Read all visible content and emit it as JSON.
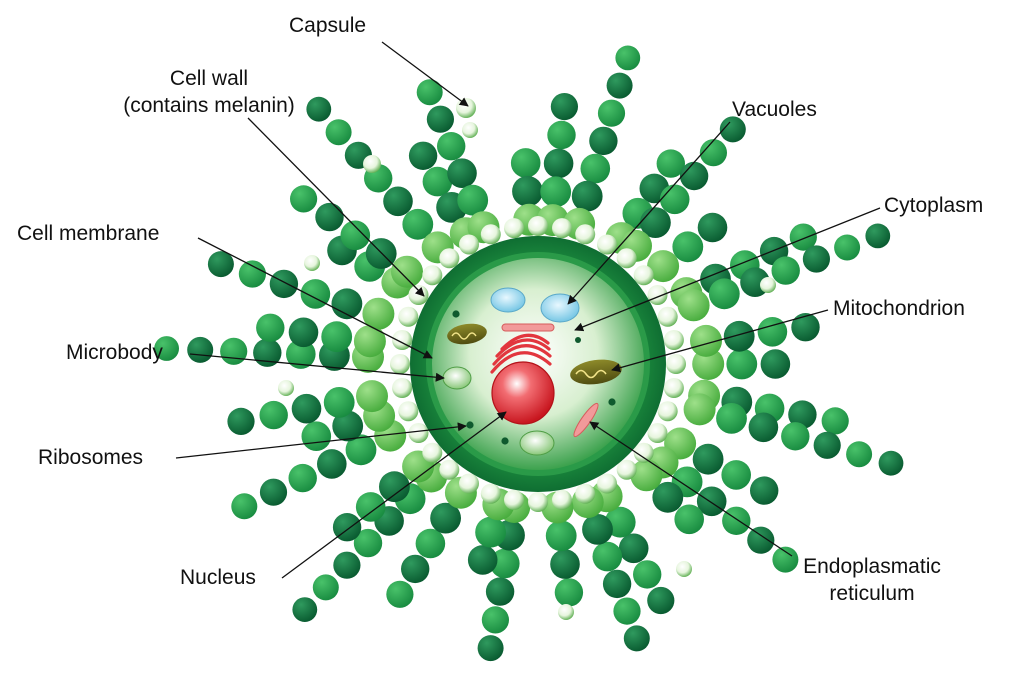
{
  "labels": {
    "capsule": "Capsule",
    "cell_wall_1": "Cell wall",
    "cell_wall_2": "(contains melanin)",
    "vacuoles": "Vacuoles",
    "cytoplasm": "Cytoplasm",
    "cell_membrane": "Cell membrane",
    "mitochondrion": "Mitochondrion",
    "microbody": "Microbody",
    "ribosomes": "Ribosomes",
    "nucleus": "Nucleus",
    "er_1": "Endoplasmatic",
    "er_2": "reticulum"
  },
  "colors": {
    "dark_green": "#0b6b3c",
    "mid_green": "#1f9a4c",
    "light_green": "#5cbf4a",
    "pale_green": "#c8e8c0",
    "nucleus_red": "#e3262f",
    "er_pink": "#f08a8a",
    "vacuole_blue": "#8fd0e8",
    "mitochondrion_olive": "#6e6a1c"
  }
}
